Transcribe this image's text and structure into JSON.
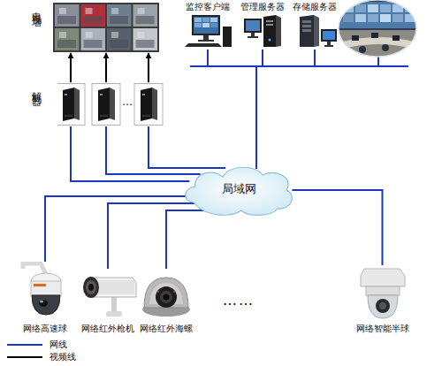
{
  "diagram": {
    "nodes": [
      {
        "text": [
          "电视墙"
        ]
      },
      {
        "text": [
          "解码器"
        ]
      },
      {
        "text": [
          "监控客户端"
        ]
      },
      {
        "text": [
          "管理服务器"
        ]
      },
      {
        "text": [
          "存储服务器"
        ]
      },
      {
        "text": [
          "局域网"
        ]
      },
      {
        "text": [
          "网络高速球"
        ]
      },
      {
        "text": [
          "网络红外枪机"
        ]
      },
      {
        "text": [
          "网络红外海螺"
        ]
      },
      {
        "text": [
          "网络智能半球"
        ]
      }
    ],
    "edges": [
      {
        "from": 1,
        "to": 0,
        "arrow": "to"
      },
      {
        "from": 1,
        "to": 0,
        "arrow": "to"
      },
      {
        "from": 1,
        "to": 0,
        "arrow": "to"
      },
      {
        "from": 1,
        "to": 5,
        "arrow": "none"
      },
      {
        "from": 1,
        "to": 5,
        "arrow": "none"
      },
      {
        "from": 1,
        "to": 5,
        "arrow": "none"
      },
      {
        "from": 5,
        "to": 2,
        "arrow": "none"
      },
      {
        "from": 5,
        "to": 3,
        "arrow": "none"
      },
      {
        "from": 5,
        "to": 4,
        "arrow": "none"
      },
      {
        "from": 6,
        "to": 5,
        "arrow": "none"
      },
      {
        "from": 7,
        "to": 5,
        "arrow": "none"
      },
      {
        "from": 8,
        "to": 5,
        "arrow": "none"
      },
      {
        "from": 9,
        "to": 5,
        "arrow": "none"
      }
    ],
    "labels": [
      "…",
      "……"
    ],
    "legend": [
      {
        "text": "网线"
      },
      {
        "text": "视频线"
      }
    ]
  }
}
